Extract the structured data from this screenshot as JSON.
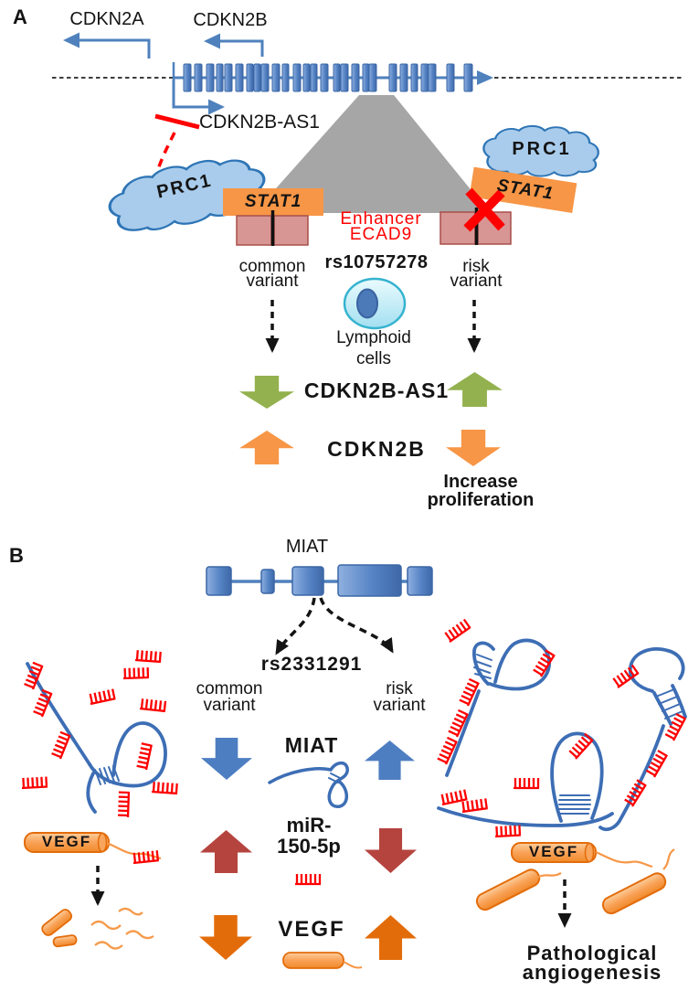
{
  "figure": {
    "panel_a_label": "A",
    "panel_b_label": "B"
  },
  "panelA": {
    "gene_cdkn2a": "CDKN2A",
    "gene_cdkn2b": "CDKN2B",
    "gene_cdkn2b_as1": "CDKN2B-AS1",
    "prc1_left": "PRC1",
    "prc1_right": "PRC1",
    "stat1_left": "STAT1",
    "stat1_right": "STAT1",
    "enhancer": {
      "line1": "Enhancer",
      "line2": "ECAD9"
    },
    "snp": "rs10757278",
    "common_variant": {
      "line1": "common",
      "line2": "variant"
    },
    "risk_variant": {
      "line1": "risk",
      "line2": "variant"
    },
    "lymphoid": {
      "line1": "Lymphoid",
      "line2": "cells"
    },
    "row_lncrna": "CDKN2B-AS1",
    "row_gene": "CDKN2B",
    "outcome": {
      "line1": "Increase",
      "line2": "proliferation"
    }
  },
  "panelB": {
    "gene_miat": "MIAT",
    "snp": "rs2331291",
    "common_variant": {
      "line1": "common",
      "line2": "variant"
    },
    "risk_variant": {
      "line1": "risk",
      "line2": "variant"
    },
    "row_miat": "MIAT",
    "row_mir": {
      "line1": "miR-",
      "line2": "150-5p"
    },
    "row_vegf": "VEGF",
    "vegf_left": "VEGF",
    "vegf_right": "VEGF",
    "outcome": {
      "line1": "Pathological",
      "line2": "angiogenesis"
    }
  },
  "icons": {
    "prc1_cloud": "cloud-shape",
    "stat1_block": "orange-rectangle",
    "enhancer_block": "pink-rectangle-pair",
    "blocked_binding": "red-x",
    "variant_flow": "dashed-down-arrow",
    "mirna": "red-comb",
    "rna_transcript": "blue-stem-loop",
    "vegf_mrna": "orange-capsule",
    "lymphoid_cell": "blue-nucleated-cell"
  },
  "colors": {
    "red": "#FF0000",
    "green": "#93B14E",
    "orange": "#F79646",
    "dark_orange": "#E36C0A",
    "dark_red": "#B5443F",
    "arrow_blue": "#4E7EC2",
    "gene_blue": "#4F81BD",
    "strand_blue": "#3D6EB5",
    "gray": "#A6A6A6",
    "pink": "#D79694",
    "cloud": "#A9CCEC",
    "cell": "#C9EDF7"
  }
}
